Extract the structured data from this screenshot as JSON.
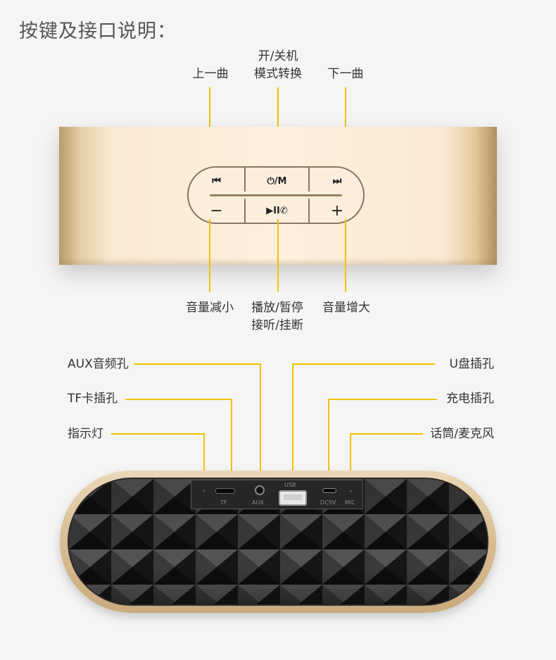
{
  "title": "按键及接口说明：",
  "top_labels": {
    "prev": "上一曲",
    "power_line1": "开/关机",
    "power_line2": "模式转换",
    "next": "下一曲",
    "vol_down": "音量减小",
    "play_line1": "播放/暂停",
    "play_line2": "接听/挂断",
    "vol_up": "音量增大"
  },
  "buttons": {
    "prev": "⏮",
    "power": "⏻/M",
    "next": "⏭",
    "minus": "−",
    "play": "▶II✆",
    "plus": "+"
  },
  "bottom_labels": {
    "aux": "AUX音频孔",
    "tf": "TF卡插孔",
    "indicator": "指示灯",
    "usb": "U盘插孔",
    "charge": "充电插孔",
    "mic": "话筒/麦克风"
  },
  "ports": {
    "tf": "TF",
    "aux": "AUX",
    "usb": "USB",
    "dc": "DC5V",
    "mic": "MIC"
  },
  "colors": {
    "leader_line": "#f2c200",
    "gold_body": "#fdf0df"
  }
}
